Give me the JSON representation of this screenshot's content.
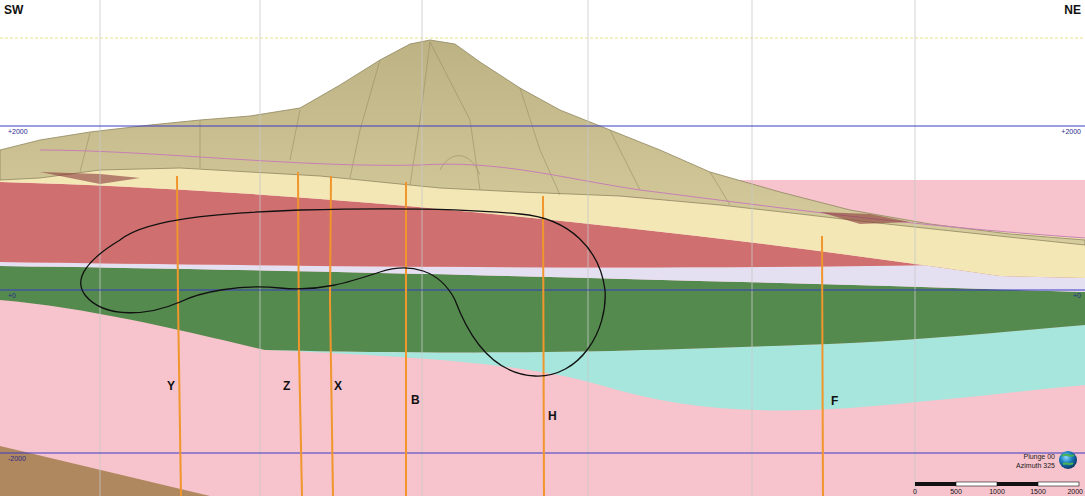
{
  "diagram": {
    "labels": [
      "SW",
      "NE",
      "+2000",
      "+2000",
      "+0",
      "+0",
      "-2000",
      "Y",
      "Z",
      "X",
      "B",
      "H",
      "F",
      "Plunge 00",
      "Azimuth 325",
      "0",
      "500",
      "1000",
      "1500",
      "2000"
    ]
  }
}
